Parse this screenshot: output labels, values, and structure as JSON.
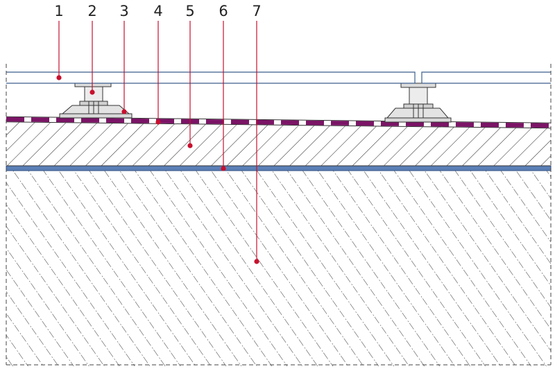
{
  "callouts": [
    {
      "id": "1",
      "label": "1"
    },
    {
      "id": "2",
      "label": "2"
    },
    {
      "id": "3",
      "label": "3"
    },
    {
      "id": "4",
      "label": "4"
    },
    {
      "id": "5",
      "label": "5"
    },
    {
      "id": "6",
      "label": "6"
    },
    {
      "id": "7",
      "label": "7"
    }
  ],
  "colors": {
    "leader": "#c8102e",
    "membrane": "#7b1466",
    "separation_layer": "#5b7fb6",
    "pedestal": "#d9d9d9",
    "outline": "#333333",
    "deck": "#3a5d8c"
  }
}
